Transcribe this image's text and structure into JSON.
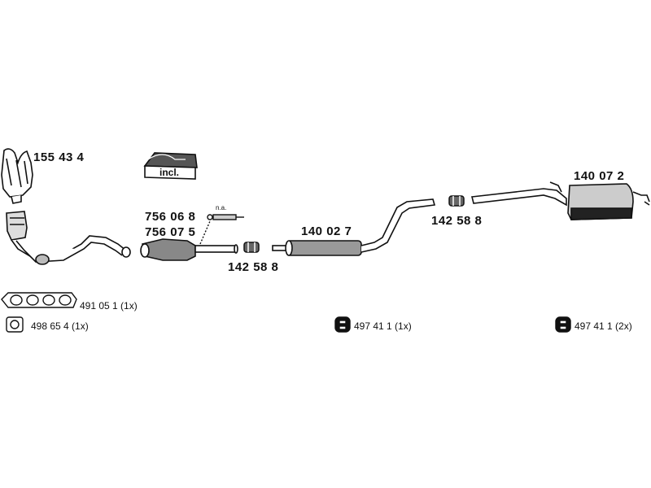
{
  "parts": {
    "manifold": "155 43 4",
    "kit_label": "incl.",
    "cat_a": "756 06 8",
    "cat_b": "756 07 5",
    "sensor_note": "n.a.",
    "clamp_1": "142 58 8",
    "middle_silencer": "140 02 7",
    "clamp_2": "142 58 8",
    "rear_silencer": "140 07 2"
  },
  "gaskets": {
    "manifold_gasket": "491 05 1 (1x)",
    "flange_gasket": "498 65 4 (1x)",
    "hanger_1": "497 41 1 (1x)",
    "hanger_2": "497 41 1 (2x)"
  }
}
